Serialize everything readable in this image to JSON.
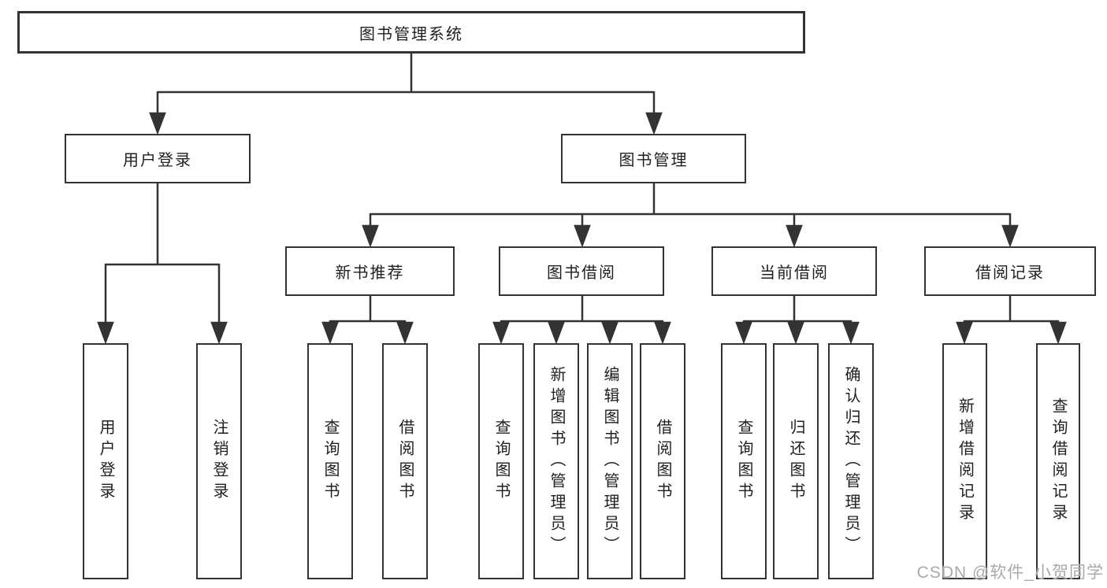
{
  "nodes": {
    "root": "图书管理系统",
    "level1": [
      "用户登录",
      "图书管理"
    ],
    "level2": [
      "新书推荐",
      "图书借阅",
      "当前借阅",
      "借阅记录"
    ]
  },
  "leaves": {
    "user_login": [
      "用户登录",
      "注销登录"
    ],
    "new_books": [
      "查询图书",
      "借阅图书"
    ],
    "book_borrowing": [
      "查询图书",
      "新增图书（管理员）",
      "编辑图书（管理员）",
      "借阅图书"
    ],
    "current_borrowing": [
      "查询图书",
      "归还图书",
      "确认归还（管理员）"
    ],
    "borrowing_records": [
      "新增借阅记录",
      "查询借阅记录"
    ]
  },
  "watermark": "CSDN @软件_小贺同学",
  "colors": {
    "line": "#333333",
    "text": "#1f1f1f",
    "background": "#ffffff",
    "watermark": "#a9a9a9"
  }
}
